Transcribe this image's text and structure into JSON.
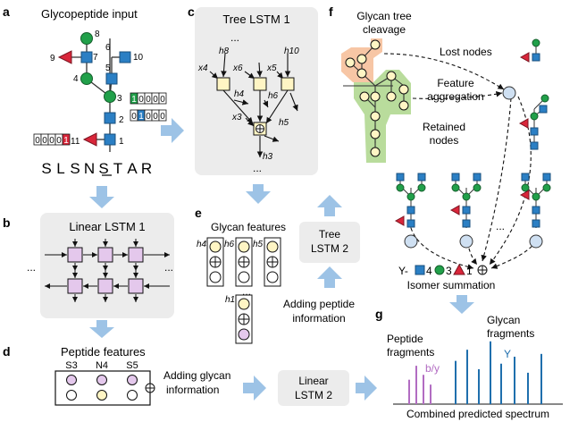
{
  "panels": {
    "a": {
      "letter": "a",
      "title": "Glycopeptide input",
      "node_numbers": [
        "1",
        "2",
        "3",
        "4",
        "5",
        "6",
        "7",
        "8",
        "9",
        "10",
        "11"
      ],
      "code_green": [
        "1",
        "0",
        "0",
        "0",
        "0"
      ],
      "code_blue": [
        "0",
        "1",
        "0",
        "0",
        "0"
      ],
      "code_red": [
        "0",
        "0",
        "0",
        "0",
        "1"
      ],
      "sequence": [
        "S",
        "L",
        "S",
        "N",
        "S",
        "T",
        "A",
        "R"
      ]
    },
    "b": {
      "letter": "b",
      "title": "Linear LSTM 1",
      "ellipsis_left": "...",
      "ellipsis_right": "..."
    },
    "c": {
      "letter": "c",
      "title": "Tree LSTM 1",
      "ellipsis_top": "...",
      "ellipsis_bottom": "...",
      "inputs": [
        "x4",
        "x6",
        "x5",
        "x3"
      ],
      "states": [
        "h8",
        "h6",
        "h10",
        "h4",
        "h5",
        "h3"
      ]
    },
    "d": {
      "letter": "d",
      "title": "Peptide features",
      "residues": [
        "S3",
        "N4",
        "S5"
      ]
    },
    "e": {
      "letter": "e",
      "title": "Glycan features",
      "states": [
        "h4",
        "h6",
        "h5",
        "h1"
      ],
      "ellipsis": "..."
    },
    "f": {
      "letter": "f",
      "title_line1": "Glycan tree",
      "title_line2": "cleavage",
      "lost_nodes": "Lost nodes",
      "feature_aggregation_1": "Feature",
      "feature_aggregation_2": "aggregation",
      "retained_nodes_1": "Retained",
      "retained_nodes_2": "nodes",
      "ellipsis": "...",
      "y_prefix": "Y-",
      "y_counts": [
        "4",
        "3",
        "1"
      ],
      "isomer_summation": "Isomer summation"
    },
    "g": {
      "letter": "g",
      "peptide_fragments_1": "Peptide",
      "peptide_fragments_2": "fragments",
      "glycan_fragments_1": "Glycan",
      "glycan_fragments_2": "fragments",
      "by_label": "b/y",
      "y_label": "Y",
      "spectrum_label": "Combined predicted spectrum"
    }
  },
  "center": {
    "tree_lstm2_1": "Tree",
    "tree_lstm2_2": "LSTM 2",
    "adding_peptide_1": "Adding peptide",
    "adding_peptide_2": "information",
    "adding_glycan_1": "Adding glycan",
    "adding_glycan_2": "information",
    "linear_lstm2_1": "Linear",
    "linear_lstm2_2": "LSTM 2"
  },
  "colors": {
    "hexnac_blue": "#2b7fc4",
    "hexose_green": "#21a04a",
    "fucose_red": "#d9263a",
    "cell_purple": "#e4c8ec",
    "cell_yellow": "#fff5c4",
    "node_light_blue": "#cfe0f2",
    "panel_gray": "#ececec",
    "arrow_blue": "#9dc3e6",
    "highlight_orange": "#f7c6a5",
    "highlight_green": "#b9dc9c",
    "spectrum_blue": "#1f6fad",
    "spectrum_purple": "#b26cc2"
  },
  "spectrum": {
    "peptide_peaks": [
      0.35,
      0.55,
      0.42,
      0.28
    ],
    "glycan_peaks": [
      0.62,
      0.78,
      0.5,
      0.9,
      0.58,
      0.68,
      0.45,
      0.72
    ]
  }
}
